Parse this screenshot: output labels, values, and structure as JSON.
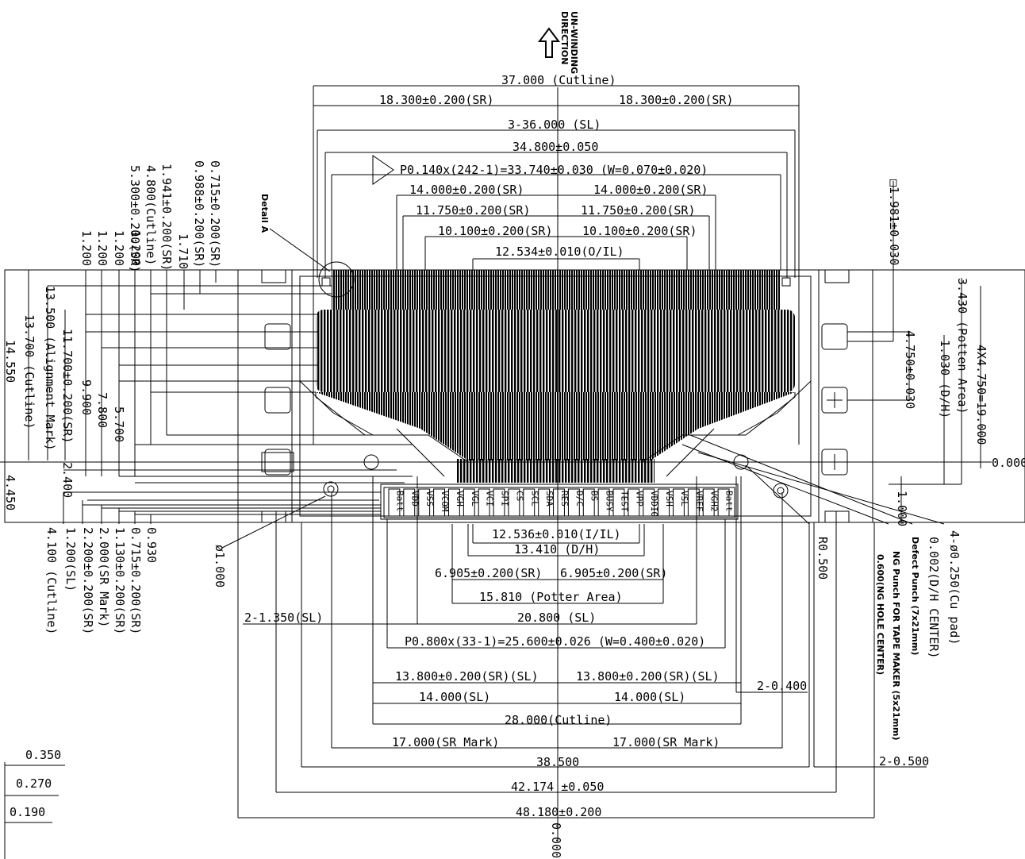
{
  "direction_label": [
    "UN-WINDING",
    "DIRECTION"
  ],
  "detail_label": "Detail A",
  "top_dims": [
    "37.000 (Cutline)",
    "18.300±0.200(SR)",
    "18.300±0.200(SR)",
    "3-36.000 (SL)",
    "34.800±0.050",
    "P0.140x(242-1)=33.740±0.030 (W=0.070±0.020)",
    "14.000±0.200(SR)",
    "14.000±0.200(SR)",
    "11.750±0.200(SR)",
    "11.750±0.200(SR)",
    "10.100±0.200(SR)",
    "10.100±0.200(SR)",
    "12.534±0.010(O/IL)"
  ],
  "bottom_dims": [
    "12.536±0.010(I/IL)",
    "13.410 (D/H)",
    "6.905±0.200(SR)",
    "6.905±0.200(SR)",
    "15.810 (Potter Area)",
    "2-1.350(SL)",
    "20.800 (SL)",
    "P0.800x(33-1)=25.600±0.026 (W=0.400±0.020)",
    "13.800±0.200(SR)(SL)",
    "13.800±0.200(SR)(SL)",
    "14.000(SL)",
    "14.000(SL)",
    "2-0.400",
    "28.000(Cutline)",
    "17.000(SR Mark)",
    "17.000(SR Mark)",
    "38.500",
    "2-0.500",
    "42.174 ±0.050",
    "48.180±0.200"
  ],
  "left_top_vertical": [
    "0.715±0.200(SR)",
    "0.988±0.200(SR)",
    "1.710",
    "1.941±0.200(SR)",
    "4.800(Cutline)",
    "5.300±0.200(SR)",
    "1.200",
    "1.200",
    "1.200",
    "1.200"
  ],
  "left_side_vertical": [
    "14.550",
    "13.700 (Cutline)",
    "13.500 (Alignment Mark)",
    "11.700±0.200(SR)",
    "9.900",
    "7.800",
    "5.700",
    "2.400",
    "4.450"
  ],
  "left_bottom_vertical": [
    "4.100 (Cutline)",
    "1.200(SL)",
    "2.200±0.200(SR)",
    "2.000(SR Mark)",
    "1.130±0.200(SR)",
    "0.715±0.200(SR)",
    "0.930",
    "ø1.000"
  ],
  "right_vertical": [
    "□1.981±0.030",
    "4.750±0.030",
    "3.430 (Potten Area)",
    "1.030 (D/H)",
    "4X4.750=19.000",
    "1.000",
    "R0.500",
    "4-ø0.250(Cu pad)",
    "0.002(D/H CENTER)",
    "Defect Punch (7x21mm)",
    "NG Punch FOR TAPE MAKER (5x21mm)",
    "0.600(NG HOLE CENTER)"
  ],
  "zero_right": "0.000",
  "zero_bottom": "0.000",
  "legend": [
    "0.350",
    "0.270",
    "0.190"
  ],
  "pad_labels": [
    "Batt",
    "VDD",
    "VSS",
    "VCOM",
    "VGH",
    "VGL",
    "VCI",
    "SPI",
    "CS",
    "SCL",
    "SDA",
    "RES",
    "D/C",
    "BS",
    "BUSY",
    "TEST",
    "VPP",
    "VDDIO",
    "VSH",
    "VSL",
    "VREF",
    "VGH2",
    "Batt"
  ]
}
